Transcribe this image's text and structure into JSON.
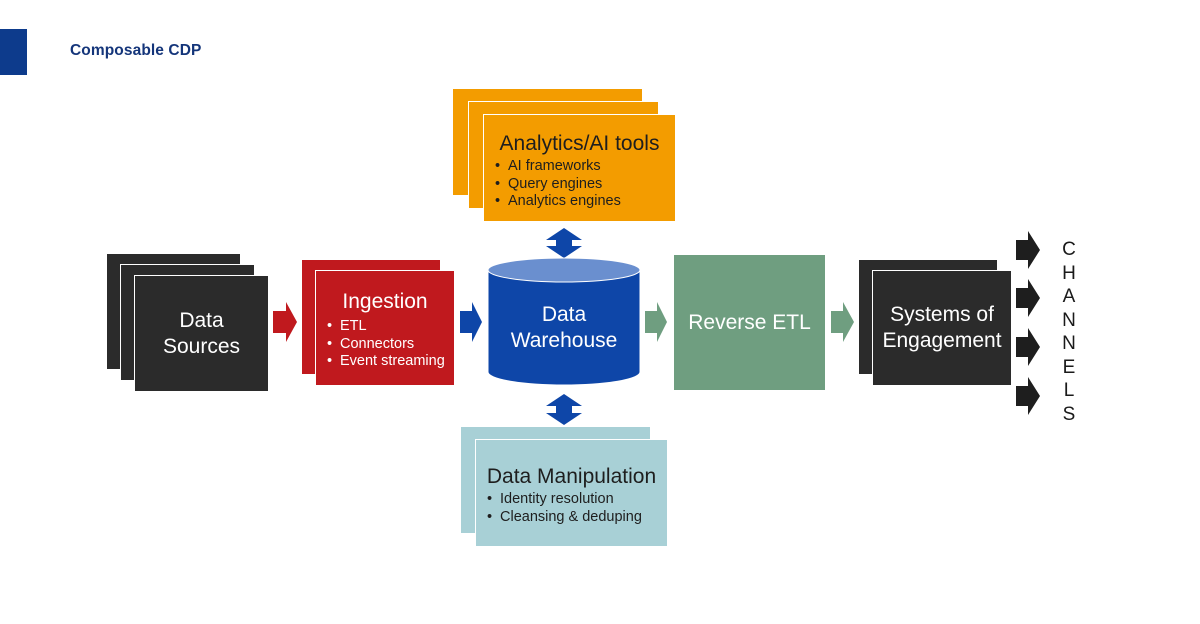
{
  "header": {
    "title": "Composable CDP"
  },
  "colors": {
    "accent": "#0d3b8c",
    "title": "#14357a",
    "dark": "#2b2b2b",
    "ingestion": "#c0191e",
    "analytics": "#f39c00",
    "warehouse": "#0e46a8",
    "warehouse_top": "#6a8fcf",
    "reverse_etl": "#6f9e80",
    "manipulation": "#a8d0d6",
    "manipulation_text": "#1e1e1e",
    "analytics_text": "#1e1e1e"
  },
  "nodes": {
    "data_sources": {
      "label": "Data Sources"
    },
    "ingestion": {
      "title": "Ingestion",
      "items": [
        "ETL",
        "Connectors",
        "Event streaming"
      ]
    },
    "warehouse": {
      "label": "Data Warehouse"
    },
    "analytics": {
      "title": "Analytics/AI tools",
      "items": [
        "AI frameworks",
        "Query engines",
        "Analytics engines"
      ]
    },
    "manipulation": {
      "title": "Data Manipulation",
      "items": [
        "Identity resolution",
        "Cleansing & deduping"
      ]
    },
    "reverse_etl": {
      "label": "Reverse ETL"
    },
    "engagement": {
      "label": "Systems of Engagement"
    }
  },
  "channels": {
    "letters": [
      "C",
      "H",
      "A",
      "N",
      "N",
      "E",
      "L",
      "S"
    ]
  }
}
